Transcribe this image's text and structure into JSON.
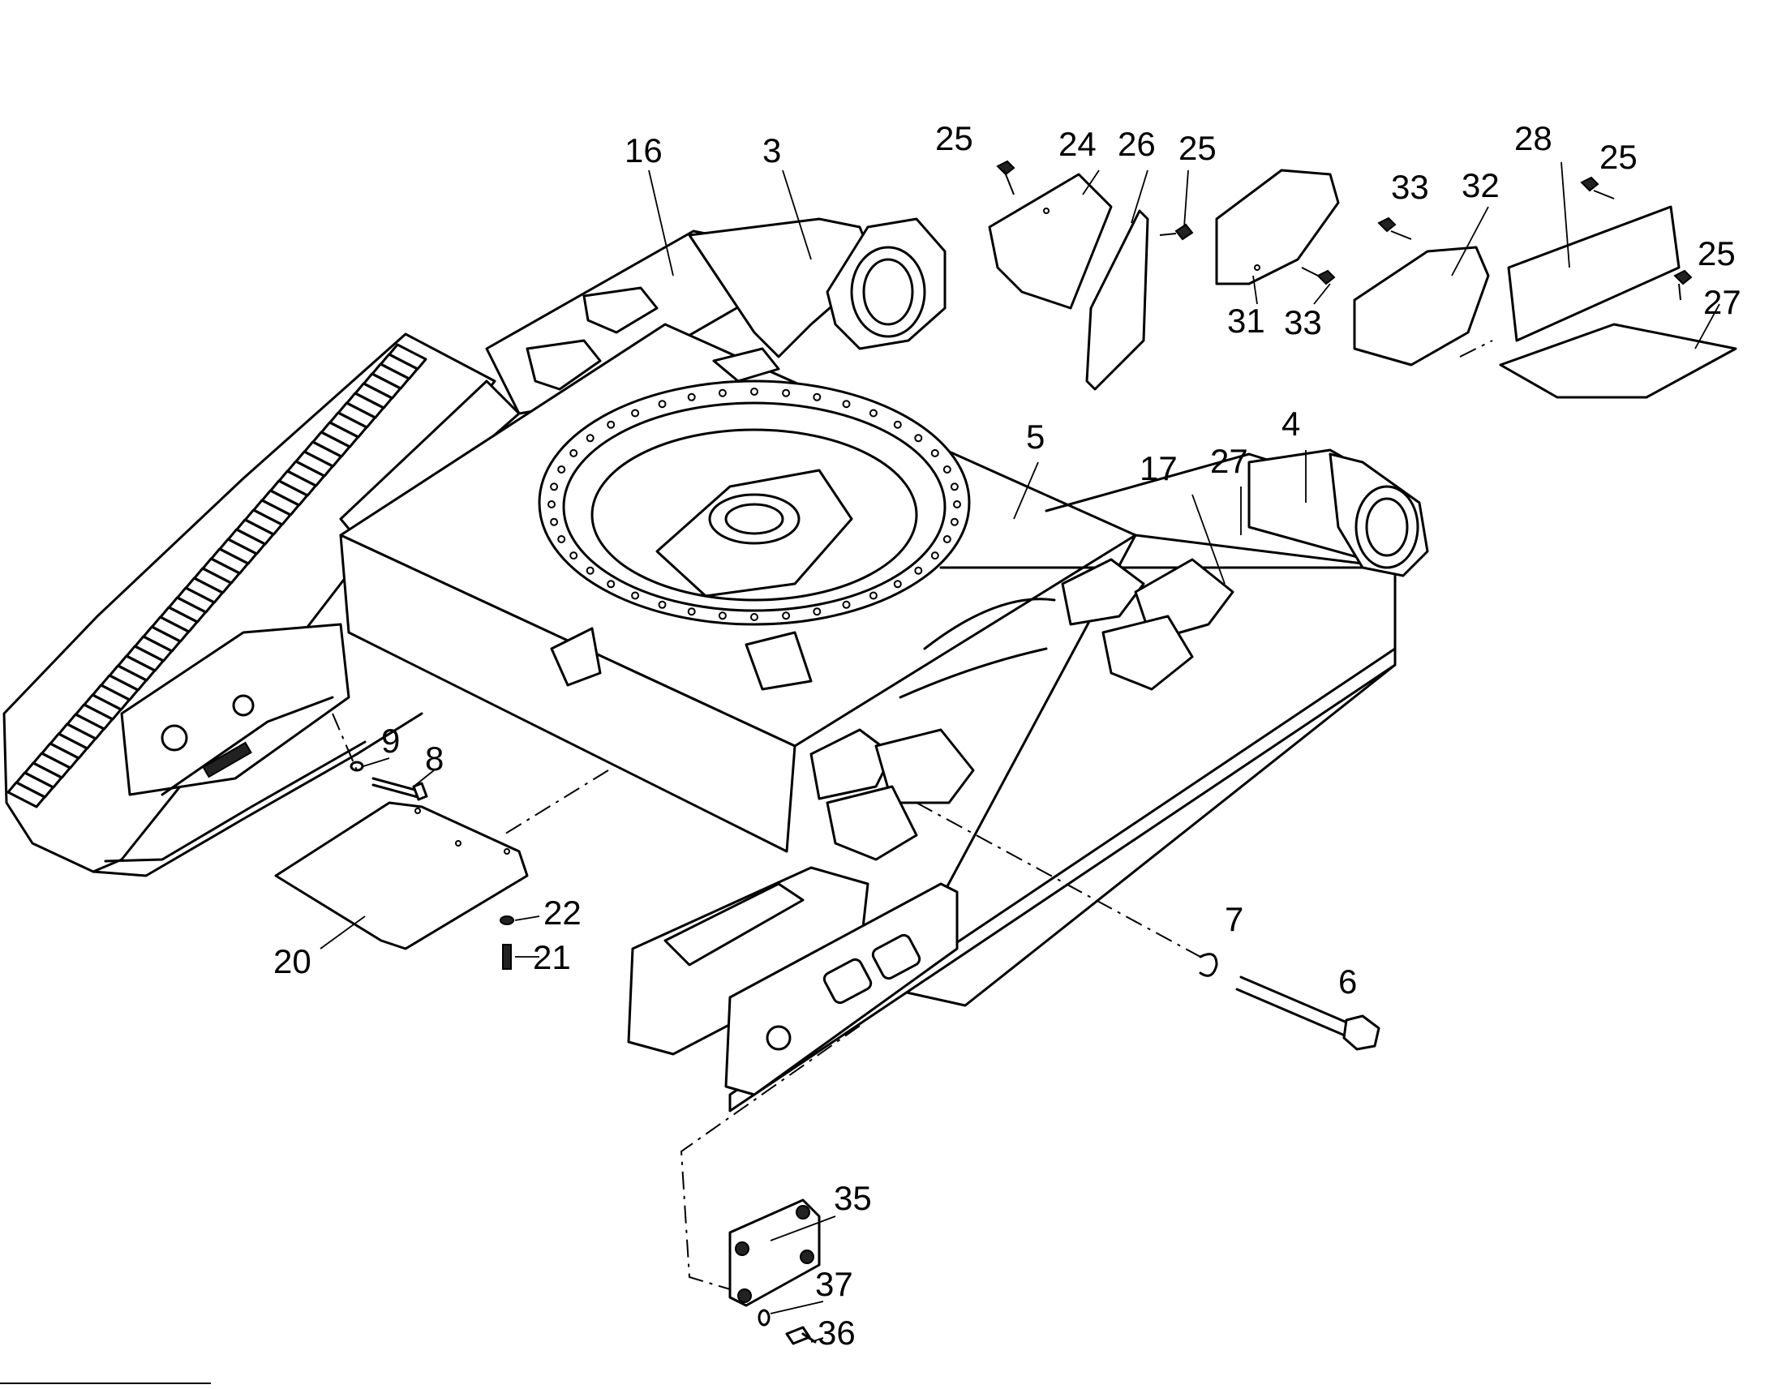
{
  "diagram": {
    "callouts": [
      {
        "id": "c16",
        "label": "16"
      },
      {
        "id": "c3",
        "label": "3"
      },
      {
        "id": "c25a",
        "label": "25"
      },
      {
        "id": "c24",
        "label": "24"
      },
      {
        "id": "c26",
        "label": "26"
      },
      {
        "id": "c25b",
        "label": "25"
      },
      {
        "id": "c33a",
        "label": "33"
      },
      {
        "id": "c32",
        "label": "32"
      },
      {
        "id": "c28",
        "label": "28"
      },
      {
        "id": "c25c",
        "label": "25"
      },
      {
        "id": "c25d",
        "label": "25"
      },
      {
        "id": "c27a",
        "label": "27"
      },
      {
        "id": "c31",
        "label": "31"
      },
      {
        "id": "c33b",
        "label": "33"
      },
      {
        "id": "c5",
        "label": "5"
      },
      {
        "id": "c4",
        "label": "4"
      },
      {
        "id": "c17",
        "label": "17"
      },
      {
        "id": "c27b",
        "label": "27"
      },
      {
        "id": "c9",
        "label": "9"
      },
      {
        "id": "c8",
        "label": "8"
      },
      {
        "id": "c22",
        "label": "22"
      },
      {
        "id": "c21",
        "label": "21"
      },
      {
        "id": "c20",
        "label": "20"
      },
      {
        "id": "c7",
        "label": "7"
      },
      {
        "id": "c6",
        "label": "6"
      },
      {
        "id": "c35",
        "label": "35"
      },
      {
        "id": "c37",
        "label": "37"
      },
      {
        "id": "c36",
        "label": "36"
      }
    ]
  }
}
